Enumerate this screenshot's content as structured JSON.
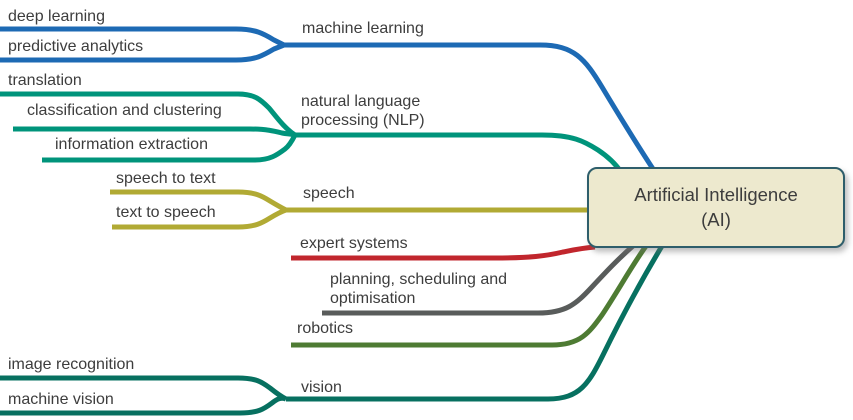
{
  "diagram": {
    "type": "mind-map",
    "background": "#ffffff",
    "label_text_color": "#3d3d3d",
    "root": {
      "label": "Artificial Intelligence (AI)",
      "fill": "#ede9ce",
      "border_color": "#2e5e6b",
      "text_color": "#3d3d3d"
    },
    "branches": [
      {
        "label": "machine learning",
        "color": "#1d6ab4",
        "children": [
          "deep learning",
          "predictive analytics"
        ]
      },
      {
        "label": "natural language processing (NLP)",
        "color": "#00947b",
        "children": [
          "translation",
          "classification and clustering",
          "information extraction"
        ]
      },
      {
        "label": "speech",
        "color": "#b1aa34",
        "children": [
          "speech to text",
          "text to speech"
        ]
      },
      {
        "label": "expert systems",
        "color": "#c1262d",
        "children": []
      },
      {
        "label": "planning, scheduling and optimisation",
        "color": "#595c5b",
        "children": []
      },
      {
        "label": "robotics",
        "color": "#4e7b33",
        "children": []
      },
      {
        "label": "vision",
        "color": "#077060",
        "children": [
          "image recognition",
          "machine vision"
        ]
      }
    ]
  }
}
